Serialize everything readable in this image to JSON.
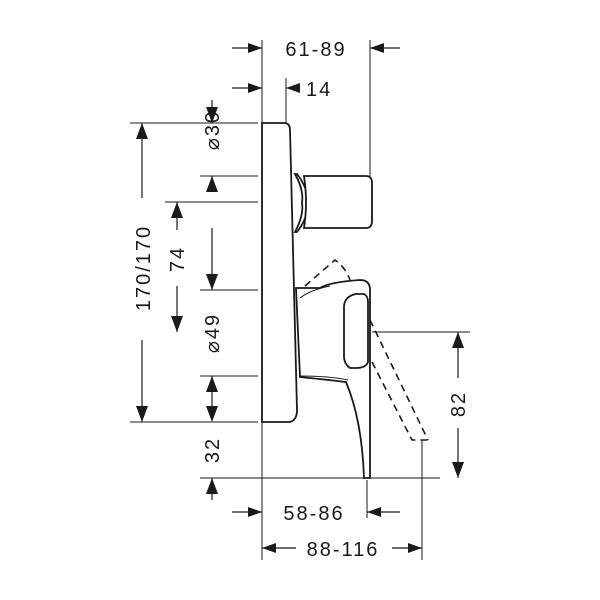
{
  "drawing": {
    "dimensions": {
      "top_depth": "61-89",
      "knob_offset": "14",
      "diameter_top": "⌀30",
      "total_height": "170/170",
      "upper_spacing": "74",
      "diameter_mid": "⌀49",
      "bottom_offset": "32",
      "lever_drop": "82",
      "lever_depth": "58-86",
      "overall_depth": "88-116"
    }
  }
}
